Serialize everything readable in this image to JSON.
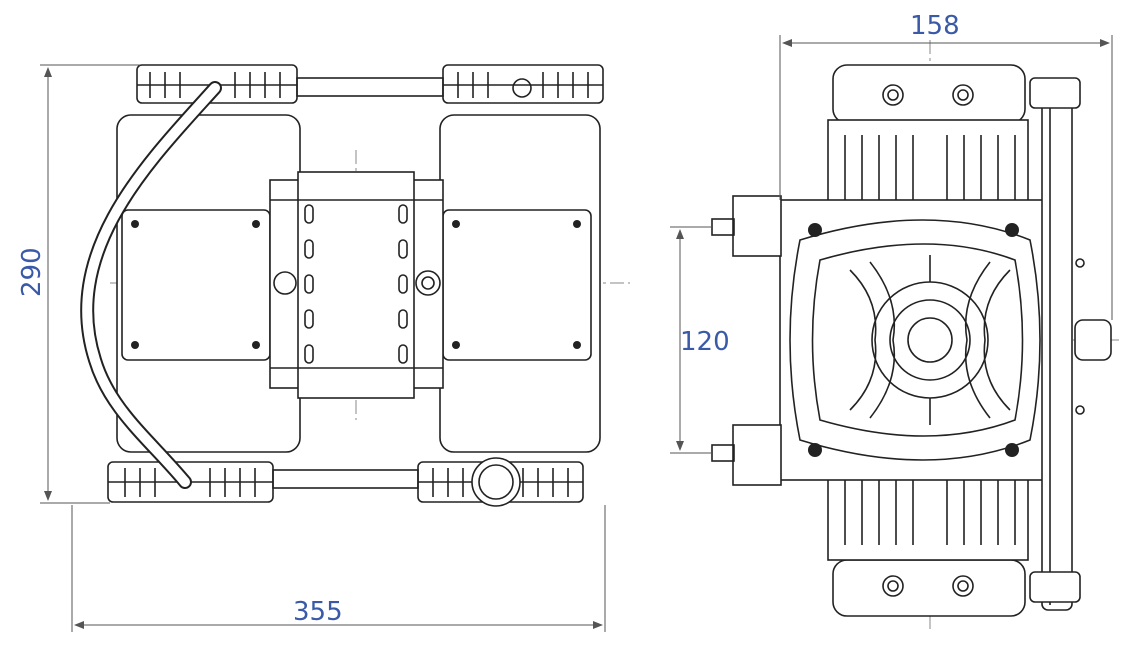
{
  "dimensions": {
    "height": "290",
    "width": "355",
    "side_width": "158",
    "mount_spacing": "120"
  },
  "colors": {
    "dimension_text": "#3a5aa8",
    "line": "#222222",
    "dim_line": "#555555"
  }
}
